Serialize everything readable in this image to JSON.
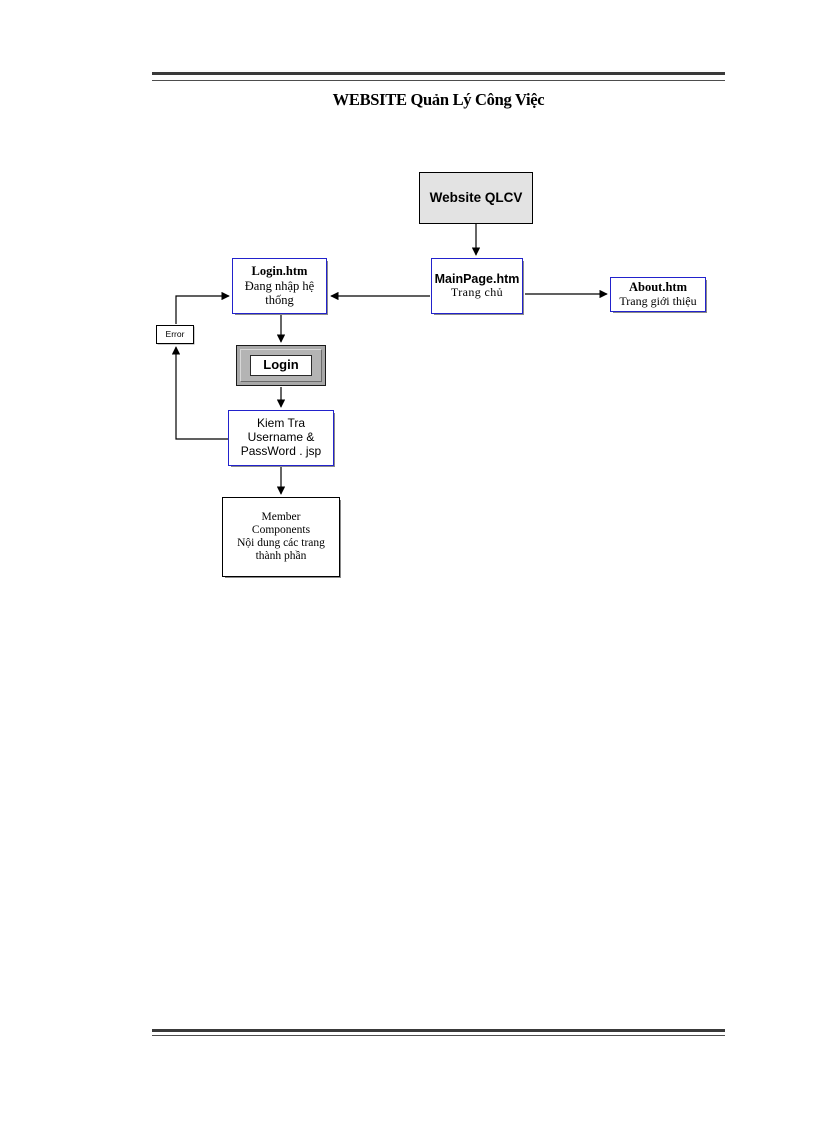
{
  "document": {
    "title": "WEBSITE Quản Lý Công Việc"
  },
  "diagram": {
    "type": "flowchart",
    "nodes": [
      {
        "id": "website-qlcv",
        "title": "Website QLCV",
        "subtitle": "",
        "border_color": "#000000",
        "fill_color": "#e3e3e3"
      },
      {
        "id": "mainpage-htm",
        "title": "MainPage.htm",
        "subtitle": "Trang chủ",
        "border_color": "#2222cc",
        "fill_color": "#ffffff"
      },
      {
        "id": "login-htm",
        "title": "Login.htm",
        "subtitle_line1": "Đang nhập hệ",
        "subtitle_line2": "thống",
        "border_color": "#2222cc",
        "fill_color": "#ffffff"
      },
      {
        "id": "about-htm",
        "title": "About.htm",
        "subtitle": "Trang giới thiệu",
        "border_color": "#2222cc",
        "fill_color": "#ffffff"
      },
      {
        "id": "error-box",
        "title": "Error",
        "border_color": "#000000",
        "fill_color": "#ffffff"
      },
      {
        "id": "login-button",
        "title": "Login",
        "border_color": "#1a1a1a",
        "fill_color": "#b4b4b4"
      },
      {
        "id": "kiemtra-jsp",
        "line1": "Kiem Tra",
        "line2": "Username &",
        "line3": "PassWord .  jsp",
        "border_color": "#2222cc",
        "fill_color": "#ffffff"
      },
      {
        "id": "member-components",
        "line1": "Member",
        "line2": "Components",
        "line3": "Nội dung các trang",
        "line4": "thành phần",
        "border_color": "#000000",
        "fill_color": "#ffffff"
      }
    ],
    "edges": [
      {
        "from": "website-qlcv",
        "to": "mainpage-htm",
        "direction": "down"
      },
      {
        "from": "mainpage-htm",
        "to": "login-htm",
        "direction": "left"
      },
      {
        "from": "mainpage-htm",
        "to": "about-htm",
        "direction": "right"
      },
      {
        "from": "login-htm",
        "to": "login-button",
        "direction": "down"
      },
      {
        "from": "login-button",
        "to": "kiemtra-jsp",
        "direction": "down"
      },
      {
        "from": "kiemtra-jsp",
        "to": "error-box",
        "direction": "left-up"
      },
      {
        "from": "error-box",
        "to": "login-htm",
        "direction": "up-right"
      },
      {
        "from": "kiemtra-jsp",
        "to": "member-components",
        "direction": "down"
      }
    ]
  }
}
